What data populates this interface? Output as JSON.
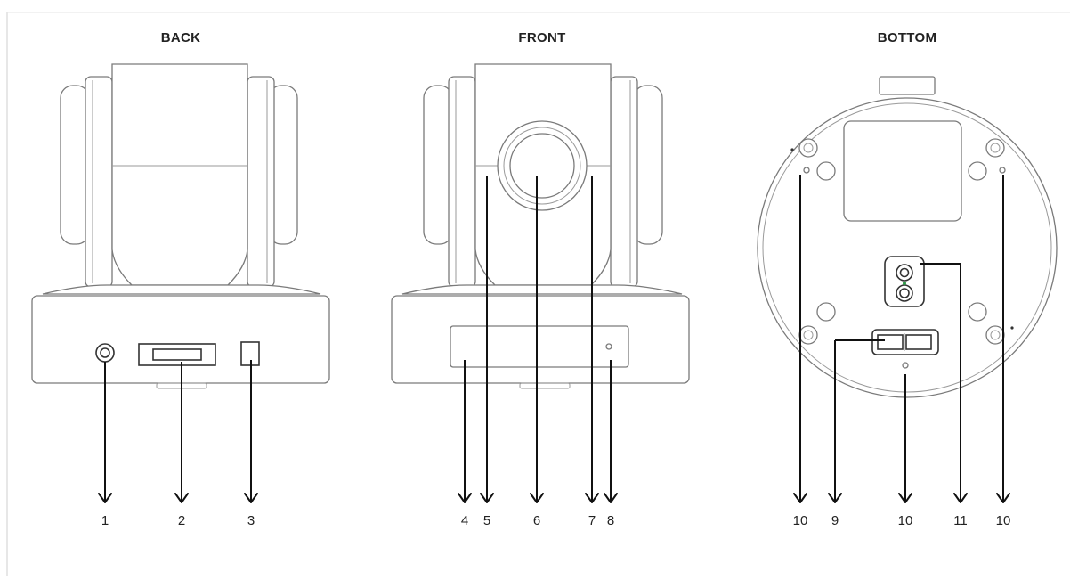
{
  "views": {
    "back": {
      "title": "BACK"
    },
    "front": {
      "title": "FRONT"
    },
    "bottom": {
      "title": "BOTTOM"
    }
  },
  "callouts": [
    "1",
    "2",
    "3",
    "4",
    "5",
    "6",
    "7",
    "8",
    "10",
    "9",
    "10",
    "11",
    "10"
  ]
}
